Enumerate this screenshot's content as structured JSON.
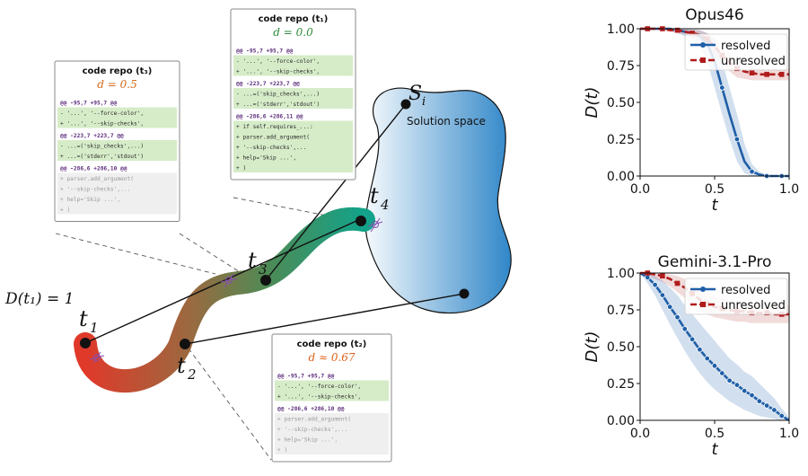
{
  "diagram": {
    "solution_space": {
      "symbol": "S",
      "subscript": "i",
      "label": "Solution space"
    },
    "start_label": "D(t₁) = 1",
    "points": [
      {
        "id": "t1",
        "name": "t",
        "sub": "1"
      },
      {
        "id": "t2",
        "name": "t",
        "sub": "2"
      },
      {
        "id": "t3",
        "name": "t",
        "sub": "3"
      },
      {
        "id": "t4",
        "name": "t",
        "sub": "4"
      }
    ]
  },
  "code_boxes": [
    {
      "id": "t1",
      "title": "code repo (t₁)",
      "d_label": "d = 0.0",
      "d_color": "#2e8b3a",
      "lines": [
        {
          "kind": "hunk",
          "text": "@@ -95,7 +95,7 @@"
        },
        {
          "kind": "diff",
          "text": "- '...', '--force-color',"
        },
        {
          "kind": "diff",
          "text": "+ '...', '--skip-checks',"
        },
        {
          "kind": "hunk",
          "text": "@@ -223,7 +223,7 @@"
        },
        {
          "kind": "diff",
          "text": "- ...=('skip_checks',...)"
        },
        {
          "kind": "diff",
          "text": "+ ...=('stderr','stdout')"
        },
        {
          "kind": "hunk",
          "text": "@@ -286,6 +286,11 @@"
        },
        {
          "kind": "diff",
          "text": "+ if self.requires_...:"
        },
        {
          "kind": "diff",
          "text": "+ parser.add_argument("
        },
        {
          "kind": "diff",
          "text": "+   '--skip-checks',..."
        },
        {
          "kind": "diff",
          "text": "+   help='Skip ...',"
        },
        {
          "kind": "diff",
          "text": "+ )"
        }
      ]
    },
    {
      "id": "t3",
      "title": "code repo (t₃)",
      "d_label": "d = 0.5",
      "d_color": "#d2691e",
      "lines": [
        {
          "kind": "hunk",
          "text": "@@ -95,7 +95,7 @@"
        },
        {
          "kind": "diff",
          "text": "- '...', '--force-color',"
        },
        {
          "kind": "diff",
          "text": "+ '...', '--skip-checks',"
        },
        {
          "kind": "hunk",
          "text": "@@ -223,7 +223,7 @@"
        },
        {
          "kind": "diff",
          "text": "- ...=('skip_checks',...)"
        },
        {
          "kind": "diff",
          "text": "+ ...=('stderr','stdout')"
        },
        {
          "kind": "hunk",
          "text": "@@ -286,6 +286,10 @@"
        },
        {
          "kind": "grey",
          "text": "+ parser.add_argument("
        },
        {
          "kind": "grey",
          "text": "+   '--skip-checks',..."
        },
        {
          "kind": "grey",
          "text": "+   help='Skip ...',"
        },
        {
          "kind": "grey",
          "text": "+ )"
        }
      ]
    },
    {
      "id": "t2",
      "title": "code repo (t₂)",
      "d_label": "d ≈ 0.67",
      "d_color": "#e0621c",
      "lines": [
        {
          "kind": "hunk",
          "text": "@@ -95,7 +95,7 @@"
        },
        {
          "kind": "diff",
          "text": "- '...', '--force-color',"
        },
        {
          "kind": "diff",
          "text": "+ '...', '--skip-checks',"
        },
        {
          "kind": "hunk",
          "text": "@@ -286,6 +286,10 @@"
        },
        {
          "kind": "grey",
          "text": "+ parser.add_argument("
        },
        {
          "kind": "grey",
          "text": "+   '--skip-checks',..."
        },
        {
          "kind": "grey",
          "text": "+   help='Skip ...',"
        },
        {
          "kind": "grey",
          "text": "+ )"
        }
      ]
    }
  ],
  "chart_data": [
    {
      "type": "line",
      "title": "Opus46",
      "xlabel": "t",
      "ylabel": "D(t)",
      "xlim": [
        0,
        1
      ],
      "ylim": [
        0,
        1
      ],
      "xticks": [
        "0.0",
        "0.5",
        "1.0"
      ],
      "yticks": [
        "0.00",
        "0.25",
        "0.50",
        "0.75",
        "1.00"
      ],
      "legend_position": "top-right",
      "series": [
        {
          "name": "resolved",
          "color": "#1f5fa8",
          "marker": "circle",
          "x": [
            0.0,
            0.05,
            0.1,
            0.15,
            0.2,
            0.25,
            0.3,
            0.35,
            0.4,
            0.45,
            0.5,
            0.55,
            0.6,
            0.65,
            0.7,
            0.75,
            0.8,
            0.85,
            0.9,
            0.95,
            1.0
          ],
          "y": [
            1.0,
            1.0,
            1.0,
            1.0,
            1.0,
            0.99,
            0.98,
            0.97,
            0.95,
            0.9,
            0.78,
            0.6,
            0.42,
            0.25,
            0.1,
            0.03,
            0.01,
            0.0,
            0.0,
            0.0,
            0.0
          ],
          "lower": [
            1.0,
            1.0,
            1.0,
            1.0,
            0.99,
            0.97,
            0.95,
            0.92,
            0.88,
            0.78,
            0.6,
            0.42,
            0.25,
            0.1,
            0.02,
            0.0,
            0.0,
            0.0,
            0.0,
            0.0,
            0.0
          ],
          "upper": [
            1.0,
            1.0,
            1.0,
            1.0,
            1.0,
            1.0,
            1.0,
            1.0,
            0.99,
            0.97,
            0.92,
            0.78,
            0.6,
            0.42,
            0.22,
            0.08,
            0.03,
            0.01,
            0.0,
            0.0,
            0.0
          ],
          "marker_x": [
            0.05,
            0.15,
            0.25,
            0.35,
            0.45,
            0.55,
            0.65,
            0.75,
            0.85,
            0.95
          ]
        },
        {
          "name": "unresolved",
          "color": "#b01c1c",
          "marker": "square",
          "x": [
            0.0,
            0.05,
            0.1,
            0.15,
            0.2,
            0.25,
            0.3,
            0.35,
            0.4,
            0.45,
            0.5,
            0.55,
            0.6,
            0.65,
            0.7,
            0.75,
            0.8,
            0.85,
            0.9,
            0.95,
            1.0
          ],
          "y": [
            1.0,
            1.0,
            1.0,
            1.0,
            0.99,
            0.99,
            0.98,
            0.97,
            0.96,
            0.93,
            0.88,
            0.82,
            0.77,
            0.73,
            0.71,
            0.7,
            0.69,
            0.69,
            0.69,
            0.69,
            0.69
          ],
          "lower": [
            1.0,
            1.0,
            1.0,
            0.99,
            0.98,
            0.97,
            0.96,
            0.94,
            0.92,
            0.88,
            0.82,
            0.76,
            0.71,
            0.67,
            0.66,
            0.65,
            0.65,
            0.65,
            0.65,
            0.65,
            0.65
          ],
          "upper": [
            1.0,
            1.0,
            1.0,
            1.0,
            1.0,
            1.0,
            1.0,
            0.99,
            0.99,
            0.97,
            0.94,
            0.88,
            0.83,
            0.79,
            0.76,
            0.74,
            0.73,
            0.73,
            0.73,
            0.73,
            0.73
          ],
          "marker_x": [
            0.05,
            0.15,
            0.25,
            0.35,
            0.45,
            0.55,
            0.65,
            0.75,
            0.85,
            0.95
          ]
        }
      ]
    },
    {
      "type": "line",
      "title": "Gemini-3.1-Pro",
      "xlabel": "t",
      "ylabel": "D(t)",
      "xlim": [
        0,
        1
      ],
      "ylim": [
        0,
        1
      ],
      "xticks": [
        "0.0",
        "0.5",
        "1.0"
      ],
      "yticks": [
        "0.00",
        "0.25",
        "0.50",
        "0.75",
        "1.00"
      ],
      "legend_position": "top-right",
      "series": [
        {
          "name": "resolved",
          "color": "#1f5fa8",
          "marker": "circle",
          "x": [
            0.0,
            0.05,
            0.1,
            0.15,
            0.2,
            0.25,
            0.3,
            0.35,
            0.4,
            0.45,
            0.5,
            0.55,
            0.6,
            0.65,
            0.7,
            0.75,
            0.8,
            0.85,
            0.9,
            0.95,
            1.0
          ],
          "y": [
            1.0,
            0.97,
            0.92,
            0.85,
            0.77,
            0.7,
            0.62,
            0.55,
            0.48,
            0.42,
            0.37,
            0.32,
            0.27,
            0.24,
            0.2,
            0.17,
            0.13,
            0.1,
            0.07,
            0.03,
            0.0
          ],
          "lower": [
            1.0,
            0.93,
            0.85,
            0.75,
            0.65,
            0.56,
            0.47,
            0.39,
            0.32,
            0.26,
            0.21,
            0.17,
            0.13,
            0.1,
            0.07,
            0.05,
            0.03,
            0.02,
            0.01,
            0.0,
            0.0
          ],
          "upper": [
            1.0,
            1.0,
            0.98,
            0.95,
            0.9,
            0.85,
            0.78,
            0.72,
            0.66,
            0.6,
            0.54,
            0.48,
            0.42,
            0.38,
            0.33,
            0.3,
            0.25,
            0.2,
            0.15,
            0.08,
            0.02
          ],
          "marker_x": [
            0.05,
            0.1,
            0.15,
            0.2,
            0.25,
            0.3,
            0.35,
            0.4,
            0.45,
            0.5,
            0.55,
            0.6,
            0.65,
            0.7,
            0.75,
            0.8,
            0.85,
            0.9,
            0.95
          ]
        },
        {
          "name": "unresolved",
          "color": "#b01c1c",
          "marker": "square",
          "x": [
            0.0,
            0.05,
            0.1,
            0.15,
            0.2,
            0.25,
            0.3,
            0.35,
            0.4,
            0.45,
            0.5,
            0.55,
            0.6,
            0.65,
            0.7,
            0.75,
            0.8,
            0.85,
            0.9,
            0.95,
            1.0
          ],
          "y": [
            1.0,
            1.0,
            0.99,
            0.98,
            0.96,
            0.93,
            0.9,
            0.86,
            0.82,
            0.79,
            0.77,
            0.76,
            0.75,
            0.74,
            0.74,
            0.73,
            0.73,
            0.73,
            0.72,
            0.72,
            0.72
          ],
          "lower": [
            1.0,
            0.98,
            0.96,
            0.94,
            0.91,
            0.87,
            0.83,
            0.79,
            0.75,
            0.72,
            0.7,
            0.69,
            0.68,
            0.67,
            0.67,
            0.66,
            0.66,
            0.66,
            0.66,
            0.66,
            0.66
          ],
          "upper": [
            1.0,
            1.0,
            1.0,
            1.0,
            0.99,
            0.98,
            0.96,
            0.93,
            0.89,
            0.86,
            0.84,
            0.83,
            0.82,
            0.81,
            0.8,
            0.8,
            0.79,
            0.79,
            0.78,
            0.78,
            0.78
          ],
          "marker_x": [
            0.05,
            0.15,
            0.25,
            0.35,
            0.45,
            0.55,
            0.65,
            0.75,
            0.85,
            0.95
          ]
        }
      ]
    }
  ]
}
